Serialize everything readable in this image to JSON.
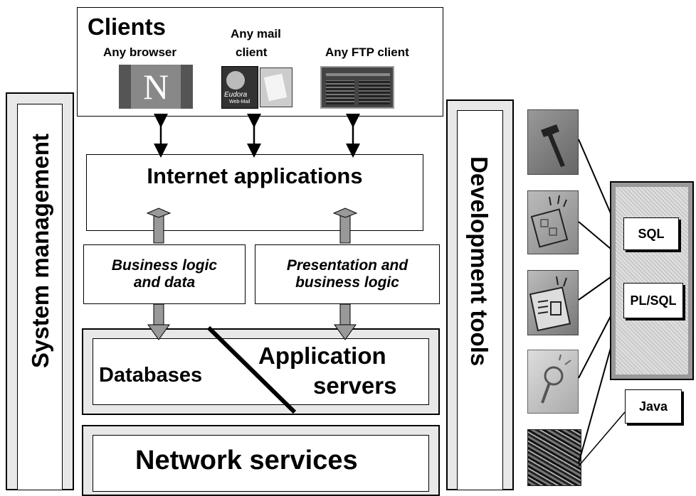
{
  "clients": {
    "title": "Clients",
    "browser_label": "Any browser",
    "mail_label_1": "Any mail",
    "mail_label_2": "client",
    "ftp_label": "Any FTP client",
    "browser_logo_letter": "N",
    "eudora_text": "Eudora",
    "eudora_sub": "Web-Mail"
  },
  "internet_apps": {
    "label": "Internet applications"
  },
  "business_logic": {
    "line1": "Business logic",
    "line2": "and data"
  },
  "presentation_logic": {
    "line1": "Presentation and",
    "line2": "business logic"
  },
  "servers": {
    "databases": "Databases",
    "app_line1": "Application",
    "app_line2": "servers"
  },
  "network": {
    "label": "Network services"
  },
  "system_management": {
    "label": "System management"
  },
  "development_tools": {
    "label": "Development tools"
  },
  "languages": {
    "sql": "SQL",
    "plsql": "PL/SQL",
    "java": "Java"
  },
  "icons": [
    "hammer-icon",
    "diagram-sketch-icon",
    "document-sketch-icon",
    "magnifier-icon",
    "coffee-beans-icon"
  ]
}
